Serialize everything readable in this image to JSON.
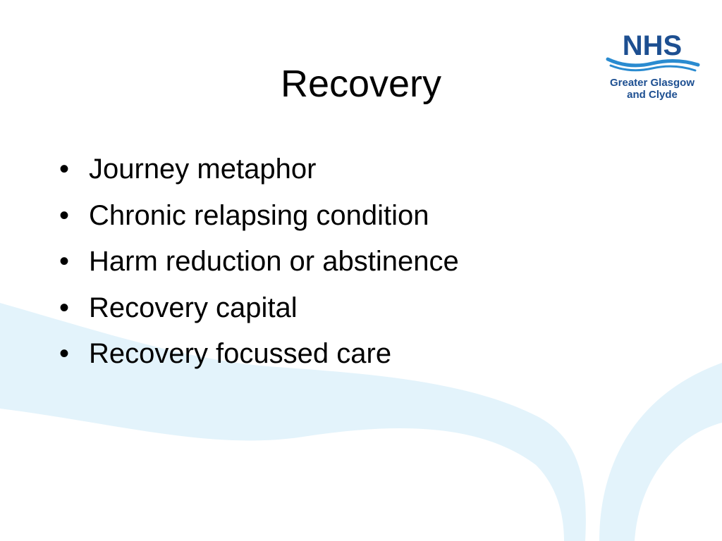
{
  "slide": {
    "title": "Recovery",
    "bullet_symbol": "•",
    "bullets": [
      "Journey metaphor",
      "Chronic relapsing condition",
      "Harm reduction or abstinence",
      "Recovery capital",
      "Recovery focussed care"
    ]
  },
  "logo": {
    "org": "NHS",
    "region_line1": "Greater Glasgow",
    "region_line2": "and Clyde"
  },
  "colors": {
    "background": "#ffffff",
    "wave": "#e3f3fb",
    "nhs_blue": "#1d4f91",
    "nhs_wave_blue": "#2a8bd0",
    "text": "#000000"
  }
}
